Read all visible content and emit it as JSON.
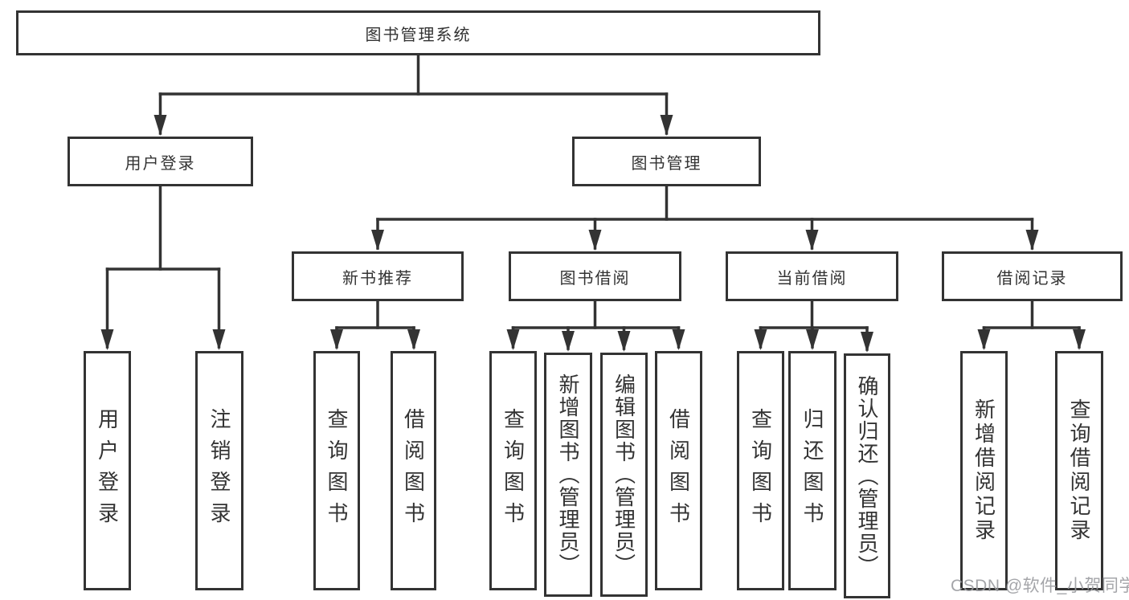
{
  "diagram": {
    "root": {
      "label": "图书管理系统"
    },
    "branches": [
      {
        "label": "用户登录",
        "children": [
          {
            "label": "用户登录"
          },
          {
            "label": "注销登录"
          }
        ]
      },
      {
        "label": "图书管理",
        "children": [
          {
            "label": "新书推荐",
            "children": [
              {
                "label": "查询图书"
              },
              {
                "label": "借阅图书"
              }
            ]
          },
          {
            "label": "图书借阅",
            "children": [
              {
                "label": "查询图书"
              },
              {
                "label": "新增图书（管理员）"
              },
              {
                "label": "编辑图书（管理员）"
              },
              {
                "label": "借阅图书"
              }
            ]
          },
          {
            "label": "当前借阅",
            "children": [
              {
                "label": "查询图书"
              },
              {
                "label": "归还图书"
              },
              {
                "label": "确认归还（管理员）"
              }
            ]
          },
          {
            "label": "借阅记录",
            "children": [
              {
                "label": "新增借阅记录"
              },
              {
                "label": "查询借阅记录"
              }
            ]
          }
        ]
      }
    ],
    "watermark": "CSDN @软件_小贺同学",
    "colors": {
      "line": "#333333",
      "box_border": "#333333",
      "text": "#333333",
      "watermark": "#9b9ca0",
      "background": "#ffffff"
    }
  }
}
